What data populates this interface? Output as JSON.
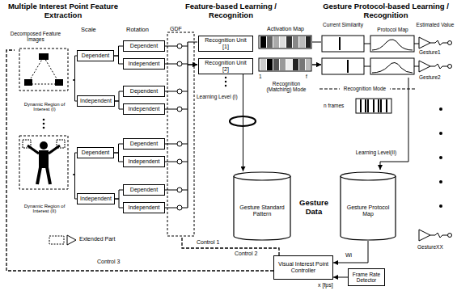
{
  "diagram": {
    "nodes": [
      {
        "text": [
          "Dynamic Region of Interest (I)"
        ]
      },
      {
        "text": [
          "Dependent"
        ]
      },
      {
        "text": [
          "Dependent"
        ]
      },
      {
        "text": [
          "Independent"
        ]
      },
      {
        "text": [
          "Independent"
        ]
      },
      {
        "text": [
          "Dependent"
        ]
      },
      {
        "text": [
          "Independent"
        ]
      },
      {
        "text": [
          "Dynamic Region of Interest (II)"
        ]
      },
      {
        "text": [
          "Dependent"
        ]
      },
      {
        "text": [
          "Dependent"
        ]
      },
      {
        "text": [
          "Independent"
        ]
      },
      {
        "text": [
          "Independent"
        ]
      },
      {
        "text": [
          "Dependent"
        ]
      },
      {
        "text": [
          "Independent"
        ]
      },
      {
        "text": [
          "Recognition Unit [1]"
        ]
      },
      {
        "text": [
          "Recognition Unit [2]"
        ]
      },
      {
        "text": [
          "Gesture Standard Pattern"
        ]
      },
      {
        "text": [
          "Gesture Protocol Map"
        ]
      },
      {
        "text": [
          "Visual Interest Point Controller"
        ]
      },
      {
        "text": [
          "Frame Rate Detector"
        ]
      }
    ],
    "edges": [
      {
        "from": 0,
        "to": 1,
        "arrow": "none"
      },
      {
        "from": 0,
        "to": 4,
        "arrow": "none"
      },
      {
        "from": 1,
        "to": 2,
        "arrow": "none"
      },
      {
        "from": 1,
        "to": 3,
        "arrow": "none"
      },
      {
        "from": 4,
        "to": 5,
        "arrow": "none"
      },
      {
        "from": 4,
        "to": 6,
        "arrow": "none"
      },
      {
        "from": 7,
        "to": 8,
        "arrow": "none"
      },
      {
        "from": 7,
        "to": 11,
        "arrow": "none"
      },
      {
        "from": 8,
        "to": 9,
        "arrow": "none"
      },
      {
        "from": 8,
        "to": 10,
        "arrow": "none"
      },
      {
        "from": 11,
        "to": 12,
        "arrow": "none"
      },
      {
        "from": 11,
        "to": 13,
        "arrow": "none"
      },
      {
        "from": 15,
        "to": 16,
        "arrow": "to"
      },
      {
        "from": 17,
        "to": 18,
        "label": "Wi",
        "arrow": "to"
      },
      {
        "from": 19,
        "to": 18,
        "label": "x [fps]",
        "arrow": "to"
      }
    ],
    "labels": [
      "Multiple Interest Point Feature Extraction",
      "Feature-based Learning / Recognition",
      "Gesture Protocol-based Learning / Recognition",
      "Scale",
      "Rotation",
      "Decomposed Feature Images",
      "GDF",
      "Activation Map",
      "1",
      "f",
      "Current Similarity",
      "Protocol Map",
      "Estimated Value",
      "Gesture1",
      "Gesture2",
      "GestureXX",
      "Learning Level (I)",
      "Recognition (Matching) Mode",
      "Recognition Mode",
      "n frames",
      "Learning Level(II)",
      "Gesture Data",
      "Control 1",
      "Control 2",
      "Control 3"
    ],
    "legend": [
      {
        "text": "Extended Part"
      }
    ]
  }
}
